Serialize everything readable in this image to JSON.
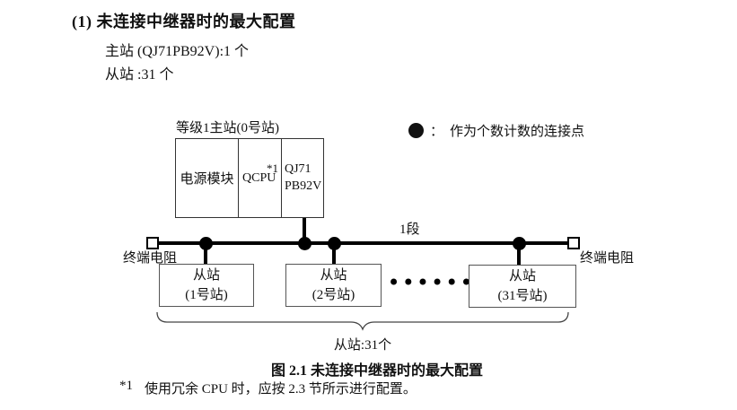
{
  "section": {
    "heading": "(1) 未连接中继器时的最大配置",
    "master_line": "主站 (QJ71PB92V):1 个",
    "slave_line": "从站 :31 个"
  },
  "figure": {
    "master_label": "等级1主站(0号站)",
    "master_modules": {
      "power": "电源模块",
      "cpu": "QCPU",
      "cpu_note": "*1",
      "pb_line1": "QJ71",
      "pb_line2": "PB92V"
    },
    "legend": {
      "symbol": "counted-connection-point-dot",
      "colon": "：",
      "text": "作为个数计数的连接点"
    },
    "segment_label": "1段",
    "terminator_label_left": "终端电阻",
    "terminator_label_right": "终端电阻",
    "slaves": [
      {
        "line1": "从站",
        "line2": "(1号站)"
      },
      {
        "line1": "从站",
        "line2": "(2号站)"
      },
      {
        "line1": "从站",
        "line2": "(31号站)"
      }
    ],
    "ellipsis": "••••••",
    "brace_label": "从站:31个"
  },
  "caption": "图 2.1 未连接中继器时的最大配置",
  "footnote": {
    "marker": "*1",
    "text": "使用冗余 CPU 时，应按 2.3 节所示进行配置。"
  },
  "colors": {
    "line": "#000000",
    "border": "#444444",
    "text": "#111111",
    "background": "#ffffff"
  }
}
